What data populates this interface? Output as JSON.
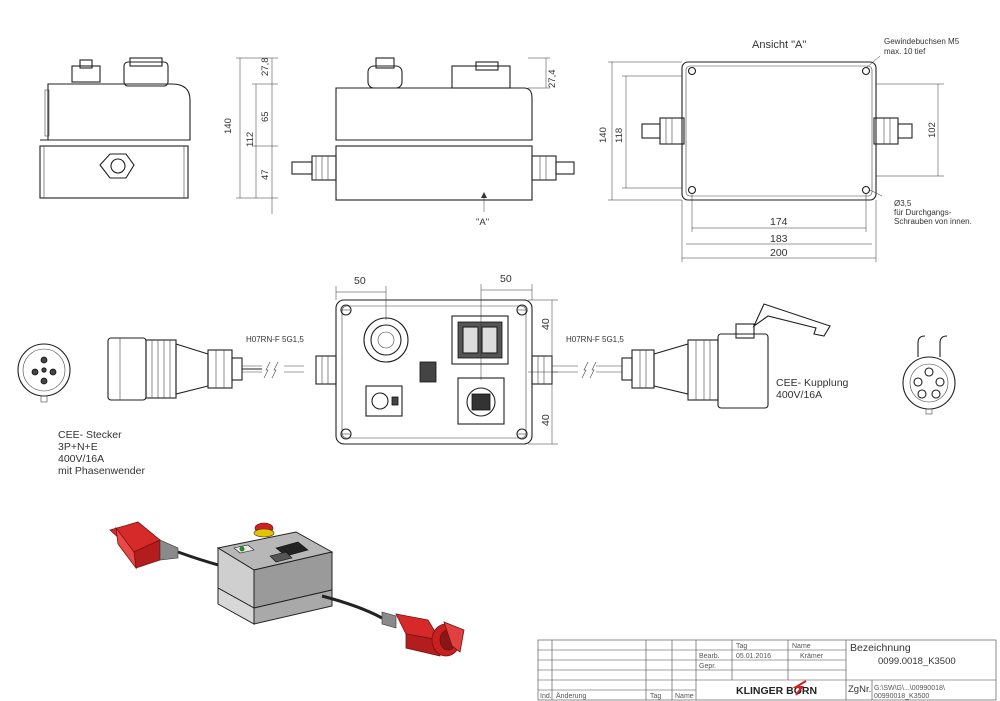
{
  "dims": {
    "side_h1": "27,8",
    "side_total": "140",
    "side_mid": "112",
    "side_65": "65",
    "side_47": "47",
    "front_top": "27,4",
    "front_marker": "\"A\"",
    "view_title": "Ansicht \"A\"",
    "thread_note_1": "Gewindebuchsen M5",
    "thread_note_2": "max. 10 tief",
    "v140": "140",
    "v118": "118",
    "v102": "102",
    "h174": "174",
    "h183": "183",
    "h200": "200",
    "hole_1": "Ø3,5",
    "hole_2": "für Durchgangs-",
    "hole_3": "Schrauben von innen.",
    "top_50a": "50",
    "top_50b": "50",
    "right_40a": "40",
    "right_40b": "40"
  },
  "cables": {
    "left": "H07RN-F 5G1,5",
    "right": "H07RN-F 5G1,5"
  },
  "stecker": {
    "l1": "CEE- Stecker",
    "l2": "3P+N+E",
    "l3": "400V/16A",
    "l4": "mit Phasenwender"
  },
  "kupplung": {
    "l1": "CEE- Kupplung",
    "l2": "400V/16A"
  },
  "title_block": {
    "col_tag": "Tag",
    "col_name": "Name",
    "row_bearb": "Bearb.",
    "bearb_date": "05.01.2016",
    "bearb_name": "Krämer",
    "row_gepr": "Gepr.",
    "bez_label": "Bezeichnung",
    "bez_value": "0099.0018_K3500",
    "ind": "Ind.",
    "aenderung": "Änderung",
    "tag2": "Tag",
    "name2": "Name",
    "logo": "KLINGER BORN",
    "zg_label": "ZgNr.",
    "zg_path": "G:\\SW\\G\\...\\00990018\\",
    "zg_value": "00990018_K3500"
  }
}
